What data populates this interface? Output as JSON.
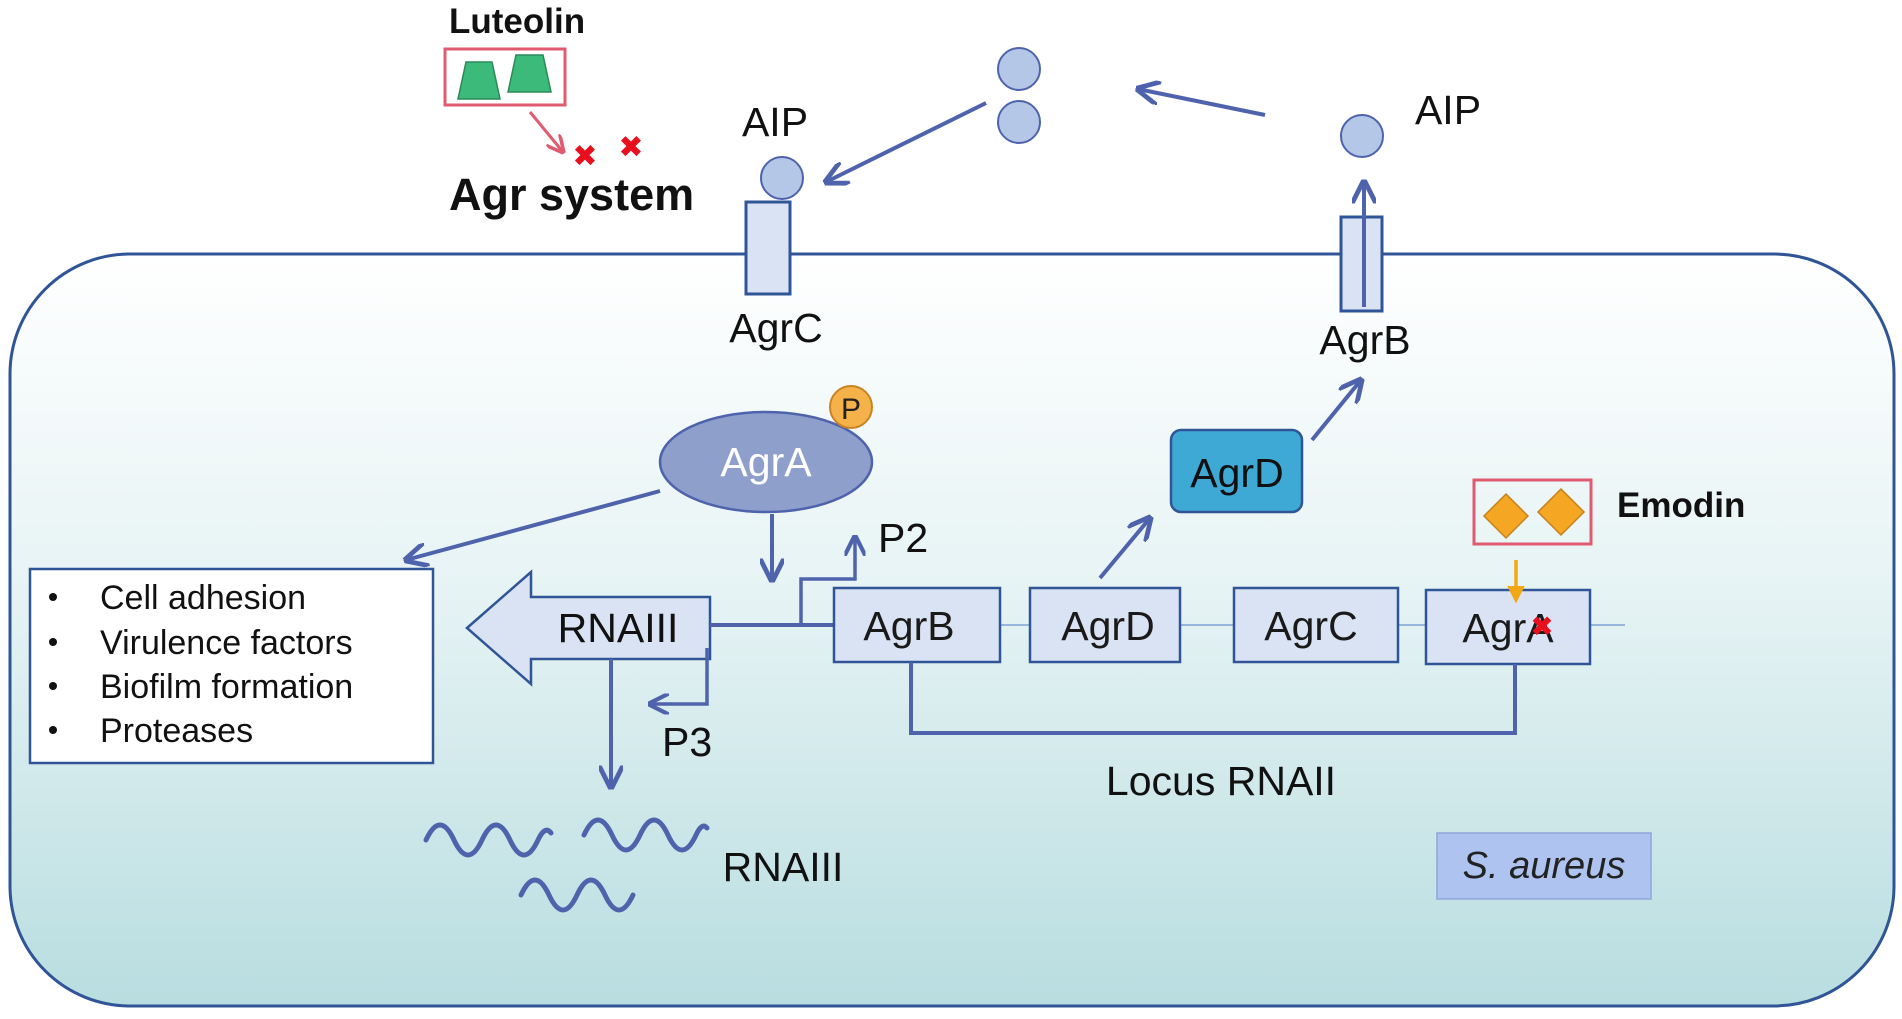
{
  "inhibitors": {
    "luteolin": {
      "name": "Luteolin",
      "target_label": "Agr system"
    },
    "emodin": {
      "name": "Emodin"
    }
  },
  "signal": {
    "aip_left": "AIP",
    "aip_right": "AIP"
  },
  "membrane_proteins": {
    "receptor": "AgrC",
    "transporter": "AgrB"
  },
  "cytoplasm": {
    "regulator": "AgrA",
    "phospho": "P",
    "peptide_precursor": "AgrD",
    "promoter_p2": "P2",
    "promoter_p3": "P3",
    "transcript_arrow": "RNAIII",
    "transcript_label": "RNAIII",
    "locus_label": "Locus RNAII",
    "organism": "S. aureus"
  },
  "operon": {
    "genes": [
      "AgrB",
      "AgrD",
      "AgrC",
      "AgrA"
    ]
  },
  "effects": {
    "items": [
      "Cell adhesion",
      "Virulence factors",
      "Biofilm formation",
      "Proteases"
    ]
  },
  "colors": {
    "cell_border": "#2f5597",
    "arrow": "#4f63ad",
    "box_fill": "#dae3f3",
    "agrA_oval": "#8e9fcc",
    "agrD_active": "#3fa9d6",
    "phospho_badge": "#f5b14a",
    "inhibitor_box": "#e05a70",
    "luteolin_shape": "#3cba7a",
    "emodin_shape": "#f5a623",
    "block_mark": "#e8101c"
  }
}
